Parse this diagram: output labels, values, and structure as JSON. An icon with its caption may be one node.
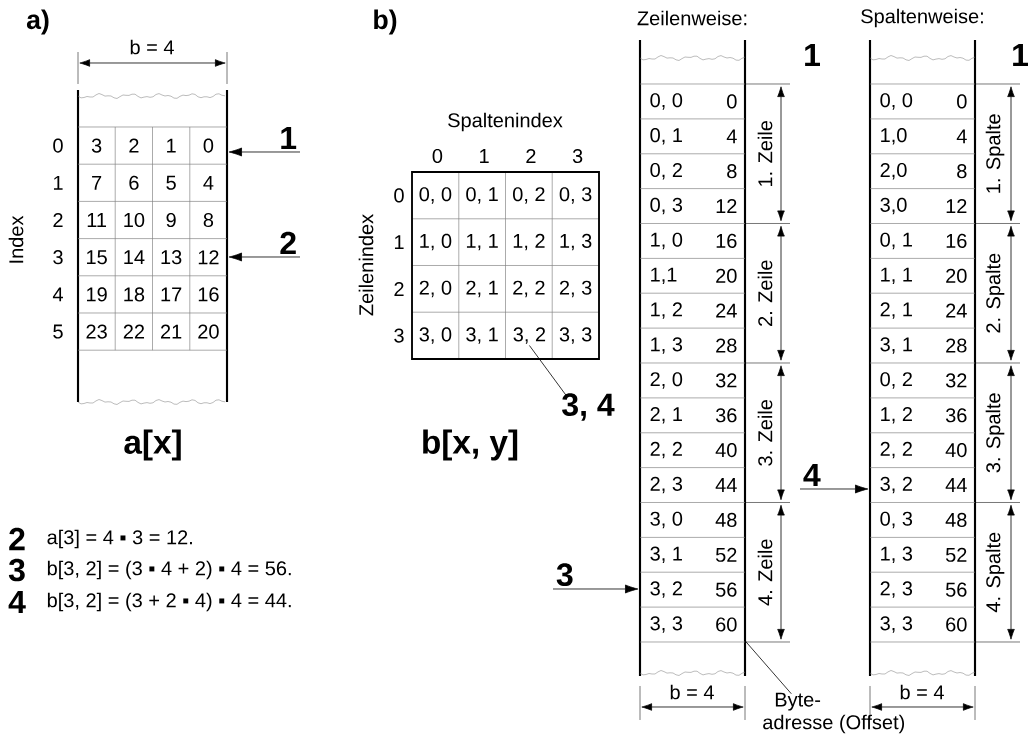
{
  "diagram": {
    "nodes": [
      {
        "text": [],
        "shape": "box"
      },
      {
        "text": [
          "1"
        ]
      },
      {
        "text": [
          "2"
        ]
      },
      {
        "text": [
          "3, 2"
        ]
      },
      {
        "text": [
          "3, 4"
        ]
      },
      {
        "text": [
          "Zeilenweise:"
        ]
      },
      {
        "text": [
          "3"
        ]
      },
      {
        "text": [
          "Byte- adresse (Offset)"
        ]
      },
      {
        "text": [
          "Spaltenweise:"
        ]
      },
      {
        "text": [
          "4"
        ]
      }
    ],
    "edges": [
      {
        "from": 1,
        "to": 0,
        "arrow": "to"
      },
      {
        "from": 2,
        "to": 0,
        "arrow": "to"
      },
      {
        "from": 4,
        "to": 3,
        "arrow": "none"
      },
      {
        "from": 6,
        "to": 5,
        "arrow": "to"
      },
      {
        "from": 7,
        "to": 5,
        "arrow": "none"
      },
      {
        "from": 9,
        "to": 8,
        "arrow": "to"
      }
    ],
    "labels": [
      "a)",
      "b = 4",
      "Index",
      "0",
      "1",
      "2",
      "3",
      "4",
      "5",
      "3",
      "2",
      "1",
      "0",
      "7",
      "6",
      "5",
      "4",
      "11",
      "10",
      "9",
      "8",
      "15",
      "14",
      "13",
      "12",
      "19",
      "18",
      "17",
      "16",
      "23",
      "22",
      "21",
      "20",
      "a[x]",
      "2",
      "a[3] = 4 ▪ 3 = 12.",
      "3",
      "b[3, 2] = (3 ▪ 4 + 2) ▪ 4 = 56.",
      "4",
      "b[3, 2] = (3 + 2 ▪ 4) ▪ 4 = 44.",
      "b)",
      "Spaltenindex",
      "0",
      "1",
      "2",
      "3",
      "Zeilenindex",
      "0",
      "1",
      "2",
      "3",
      "0, 0",
      "0, 1",
      "0, 2",
      "0, 3",
      "1, 0",
      "1, 1",
      "1, 2",
      "1, 3",
      "2, 0",
      "2, 1",
      "2, 2",
      "2, 3",
      "3, 0",
      "3, 1",
      "3, 3",
      "b[x, y]",
      "0, 0",
      "0",
      "0, 1",
      "4",
      "0, 2",
      "8",
      "0, 3",
      "12",
      "1, 0",
      "16",
      "1,1",
      "20",
      "1, 2",
      "24",
      "1, 3",
      "28",
      "2, 0",
      "32",
      "2, 1",
      "36",
      "2, 2",
      "40",
      "2, 3",
      "44",
      "3, 0",
      "48",
      "3, 1",
      "52",
      "3, 2",
      "56",
      "3, 3",
      "60",
      "1. Zeile",
      "2. Zeile",
      "3. Zeile",
      "4. Zeile",
      "1",
      "b = 4",
      "0, 0",
      "0",
      "1,0",
      "4",
      "2,0",
      "8",
      "3,0",
      "12",
      "0, 1",
      "16",
      "1, 1",
      "20",
      "2, 1",
      "24",
      "3, 1",
      "28",
      "0, 2",
      "32",
      "1, 2",
      "36",
      "2, 2",
      "40",
      "3, 2",
      "44",
      "0, 3",
      "48",
      "1, 3",
      "52",
      "2, 3",
      "56",
      "3, 3",
      "60",
      "1. Spalte",
      "2. Spalte",
      "3. Spalte",
      "4. Spalte",
      "1",
      "b = 4"
    ]
  }
}
